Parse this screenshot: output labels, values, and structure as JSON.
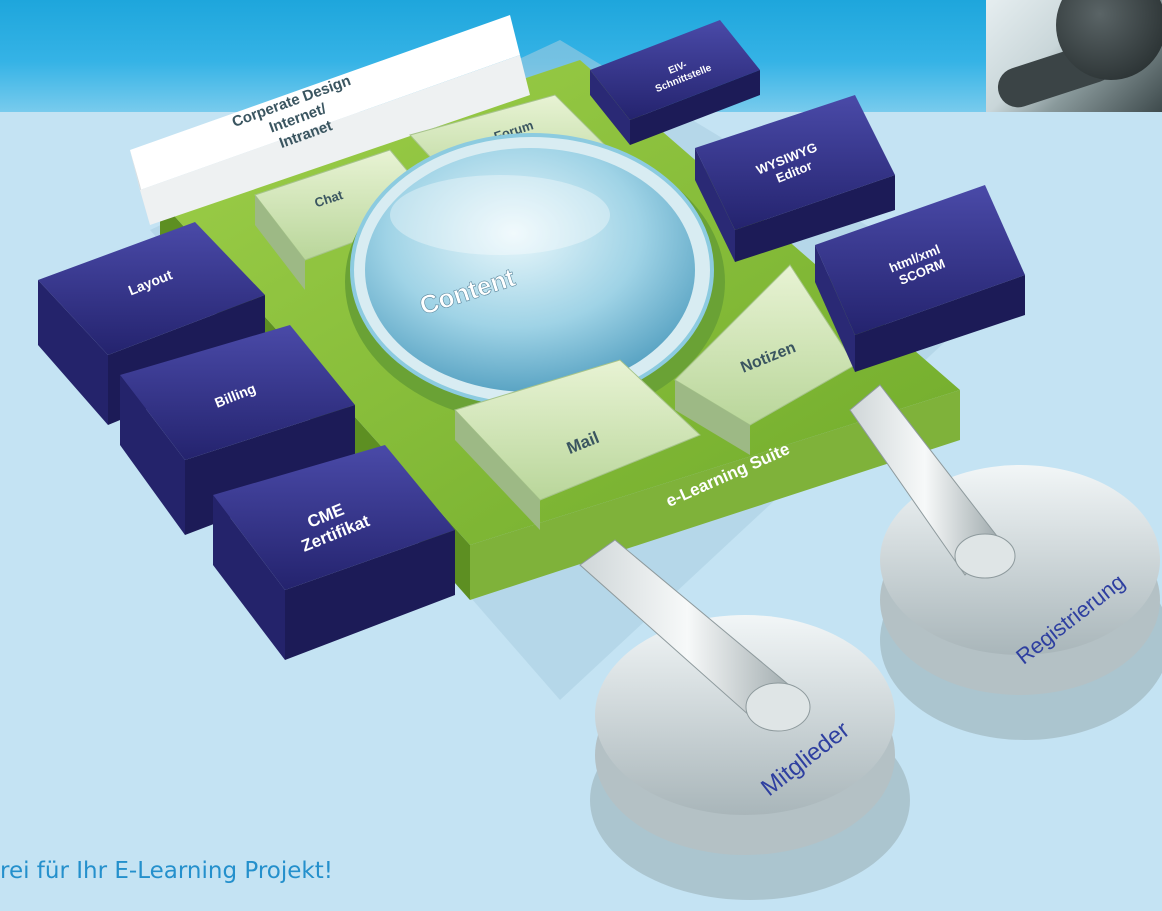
{
  "modules": {
    "corporate_design": "Corperate Design",
    "internet": "Internet/",
    "intranet": "Intranet",
    "forum": "Forum",
    "chat": "Chat",
    "eiv_line1": "EIV-",
    "eiv_line2": "Schnittstelle",
    "wysiwyg_line1": "WYSIWYG",
    "wysiwyg_line2": "Editor",
    "html_line1": "html/xml",
    "html_line2": "SCORM",
    "layout": "Layout",
    "billing": "Billing",
    "cme_line1": "CME",
    "cme_line2": "Zertifikat",
    "content": "Content",
    "notizen": "Notizen",
    "mail": "Mail",
    "suite": "e-Learning Suite",
    "registrierung": "Registrierung",
    "mitglieder": "Mitglieder"
  },
  "tagline": "rei für Ihr E-Learning Projekt!",
  "colors": {
    "header_blue": "#1ea6dc",
    "background": "#c4e3f3",
    "board_green": "#8dc63f",
    "module_navy": "#2f2e84",
    "tagline_blue": "#2490cc"
  }
}
